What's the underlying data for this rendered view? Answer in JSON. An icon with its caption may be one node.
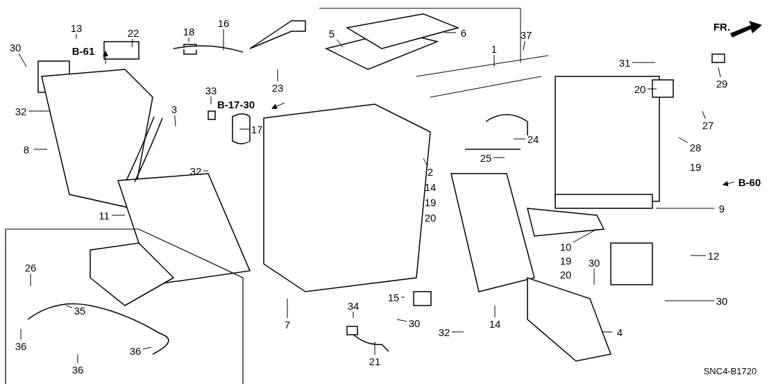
{
  "diagram": {
    "nodes": [
      {
        "text": [
          "30"
        ]
      },
      {
        "text": [
          "13"
        ]
      },
      {
        "text": [
          "22"
        ]
      },
      {
        "text": [
          "18"
        ]
      },
      {
        "text": [
          "16"
        ]
      },
      {
        "text": [
          "5"
        ]
      },
      {
        "text": [
          "6"
        ]
      },
      {
        "text": [
          "37"
        ]
      },
      {
        "text": [
          "1"
        ]
      },
      {
        "text": [
          "31"
        ]
      },
      {
        "text": [
          "29"
        ]
      },
      {
        "text": [
          "23"
        ]
      },
      {
        "text": [
          "20"
        ]
      },
      {
        "text": [
          "33"
        ]
      },
      {
        "text": [
          "3"
        ]
      },
      {
        "text": [
          "32"
        ]
      },
      {
        "text": [
          "27"
        ]
      },
      {
        "text": [
          "17"
        ]
      },
      {
        "text": [
          "24"
        ]
      },
      {
        "text": [
          "28"
        ]
      },
      {
        "text": [
          "8"
        ]
      },
      {
        "text": [
          "25"
        ]
      },
      {
        "text": [
          "19"
        ]
      },
      {
        "text": [
          "32"
        ]
      },
      {
        "text": [
          "2"
        ]
      },
      {
        "text": [
          "14"
        ]
      },
      {
        "text": [
          "19"
        ]
      },
      {
        "text": [
          "20"
        ]
      },
      {
        "text": [
          "9"
        ]
      },
      {
        "text": [
          "11"
        ]
      },
      {
        "text": [
          "10"
        ]
      },
      {
        "text": [
          "12"
        ]
      },
      {
        "text": [
          "19"
        ]
      },
      {
        "text": [
          "30"
        ]
      },
      {
        "text": [
          "20"
        ]
      },
      {
        "text": [
          "26"
        ]
      },
      {
        "text": [
          "7"
        ]
      },
      {
        "text": [
          "30"
        ]
      },
      {
        "text": [
          "15"
        ]
      },
      {
        "text": [
          "34"
        ]
      },
      {
        "text": [
          "35"
        ]
      },
      {
        "text": [
          "14"
        ]
      },
      {
        "text": [
          "30"
        ]
      },
      {
        "text": [
          "4"
        ]
      },
      {
        "text": [
          "32"
        ]
      },
      {
        "text": [
          "36"
        ]
      },
      {
        "text": [
          "36"
        ]
      },
      {
        "text": [
          "21"
        ]
      },
      {
        "text": [
          "36"
        ]
      }
    ],
    "edges": [
      {
        "from": 0,
        "to": null,
        "arrow": "none"
      },
      {
        "from": 1,
        "to": null,
        "arrow": "none"
      },
      {
        "from": 2,
        "to": null,
        "arrow": "none"
      },
      {
        "from": 3,
        "to": null,
        "arrow": "none"
      },
      {
        "from": 4,
        "to": null,
        "arrow": "none"
      },
      {
        "from": 5,
        "to": null,
        "arrow": "none"
      },
      {
        "from": 6,
        "to": null,
        "arrow": "none"
      },
      {
        "from": 7,
        "to": null,
        "arrow": "none"
      },
      {
        "from": 8,
        "to": null,
        "arrow": "none"
      },
      {
        "from": 9,
        "to": null,
        "arrow": "none"
      },
      {
        "from": 10,
        "to": null,
        "arrow": "none"
      },
      {
        "from": 11,
        "to": null,
        "arrow": "none"
      },
      {
        "from": 12,
        "to": null,
        "arrow": "none"
      },
      {
        "from": 13,
        "to": null,
        "arrow": "none"
      },
      {
        "from": 14,
        "to": null,
        "arrow": "none"
      },
      {
        "from": 15,
        "to": null,
        "arrow": "none"
      },
      {
        "from": 16,
        "to": null,
        "arrow": "none"
      },
      {
        "from": 17,
        "to": null,
        "arrow": "none"
      },
      {
        "from": 18,
        "to": null,
        "arrow": "none"
      },
      {
        "from": 19,
        "to": null,
        "arrow": "none"
      },
      {
        "from": 20,
        "to": null,
        "arrow": "none"
      },
      {
        "from": 21,
        "to": null,
        "arrow": "none"
      },
      {
        "from": 23,
        "to": null,
        "arrow": "none"
      },
      {
        "from": 24,
        "to": null,
        "arrow": "none"
      },
      {
        "from": 28,
        "to": null,
        "arrow": "none"
      },
      {
        "from": 29,
        "to": null,
        "arrow": "none"
      },
      {
        "from": 30,
        "to": null,
        "arrow": "none"
      },
      {
        "from": 31,
        "to": null,
        "arrow": "none"
      },
      {
        "from": 33,
        "to": null,
        "arrow": "none"
      },
      {
        "from": 35,
        "to": null,
        "arrow": "none"
      },
      {
        "from": 36,
        "to": null,
        "arrow": "none"
      },
      {
        "from": 37,
        "to": null,
        "arrow": "none"
      },
      {
        "from": 38,
        "to": null,
        "arrow": "none"
      },
      {
        "from": 39,
        "to": null,
        "arrow": "none"
      },
      {
        "from": 40,
        "to": null,
        "arrow": "none"
      },
      {
        "from": 41,
        "to": null,
        "arrow": "none"
      },
      {
        "from": 42,
        "to": null,
        "arrow": "none"
      },
      {
        "from": 43,
        "to": null,
        "arrow": "none"
      },
      {
        "from": 44,
        "to": null,
        "arrow": "none"
      },
      {
        "from": 45,
        "to": null,
        "arrow": "none"
      },
      {
        "from": 46,
        "to": null,
        "arrow": "none"
      },
      {
        "from": 47,
        "to": null,
        "arrow": "none"
      },
      {
        "from": 48,
        "to": null,
        "arrow": "none"
      }
    ],
    "labels": [
      "B-61",
      "B-17-30",
      "FR.",
      "B-60",
      "SNC4-B1720"
    ]
  }
}
